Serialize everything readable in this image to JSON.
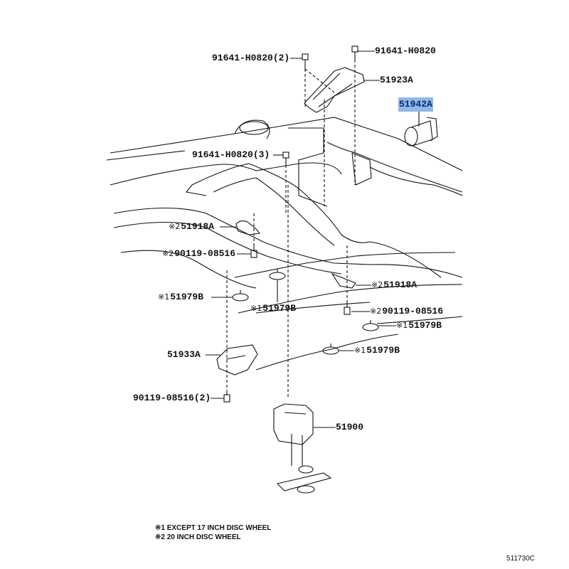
{
  "parts": [
    {
      "id": "p1",
      "marker": "",
      "code": "91641-H0820(2)"
    },
    {
      "id": "p2",
      "marker": "",
      "code": "91641-H0820"
    },
    {
      "id": "p3",
      "marker": "",
      "code": "51923A"
    },
    {
      "id": "p4",
      "marker": "",
      "code": "51942A",
      "highlighted": true
    },
    {
      "id": "p5",
      "marker": "",
      "code": "91641-H0820(3)"
    },
    {
      "id": "p6",
      "marker": "※2",
      "code": "51918A"
    },
    {
      "id": "p7",
      "marker": "※2",
      "code": "90119-08516"
    },
    {
      "id": "p8",
      "marker": "※1",
      "code": "51979B"
    },
    {
      "id": "p9",
      "marker": "※1",
      "code": "51979B"
    },
    {
      "id": "p10",
      "marker": "※2",
      "code": "51918A"
    },
    {
      "id": "p11",
      "marker": "※2",
      "code": "90119-08516"
    },
    {
      "id": "p12",
      "marker": "※1",
      "code": "51979B"
    },
    {
      "id": "p13",
      "marker": "※1",
      "code": "51979B"
    },
    {
      "id": "p14",
      "marker": "",
      "code": "51933A"
    },
    {
      "id": "p15",
      "marker": "",
      "code": "90119-08516(2)"
    },
    {
      "id": "p16",
      "marker": "",
      "code": "51900"
    }
  ],
  "notes": [
    "※1 EXCEPT 17 INCH DISC WHEEL",
    "※2 20 INCH DISC WHEEL"
  ],
  "diagram_code": "511730C",
  "colors": {
    "highlight": "#8fb7ea",
    "highlight_text": "#0b2a6b",
    "line": "#111111"
  }
}
